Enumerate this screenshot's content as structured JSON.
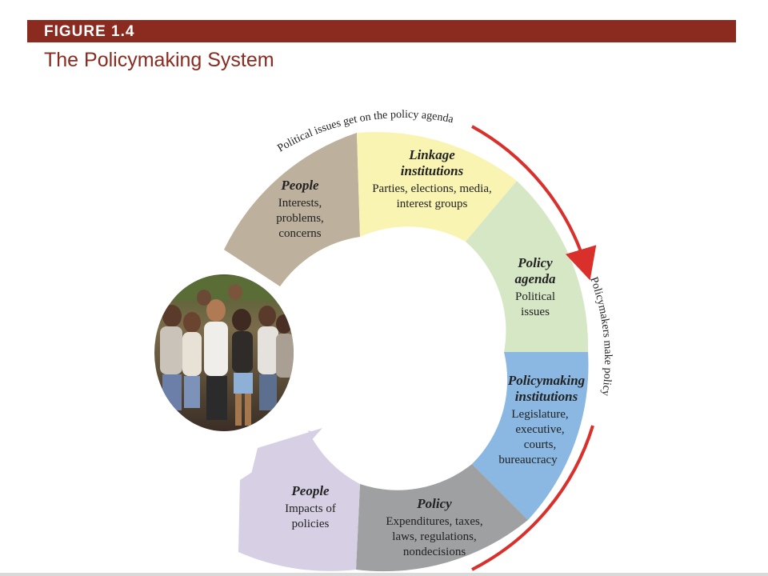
{
  "figure": {
    "label": "FIGURE 1.4",
    "title": "The Policymaking System"
  },
  "arc_labels": {
    "top": "Political issues get on the policy agenda",
    "right": "Policymakers make policy"
  },
  "segments": [
    {
      "id": "people-in",
      "title": "People",
      "lines": [
        "Interests,",
        "problems,",
        "concerns"
      ],
      "color": "#bdb09c"
    },
    {
      "id": "linkage",
      "title_lines": [
        "Linkage",
        "institutions"
      ],
      "lines": [
        "Parties, elections, media,",
        "interest groups"
      ],
      "color": "#faf4b3"
    },
    {
      "id": "agenda",
      "title_lines": [
        "Policy",
        "agenda"
      ],
      "lines": [
        "Political",
        "issues"
      ],
      "color": "#d6e7c5"
    },
    {
      "id": "policymaking",
      "title_lines": [
        "Policymaking",
        "institutions"
      ],
      "lines": [
        "Legislature,",
        "executive,",
        "courts,",
        "bureaucracy"
      ],
      "color": "#8ab8e3"
    },
    {
      "id": "policy",
      "title": "Policy",
      "lines": [
        "Expenditures, taxes,",
        "laws, regulations,",
        "nondecisions"
      ],
      "color": "#9fa0a2"
    },
    {
      "id": "people-out",
      "title": "People",
      "lines": [
        "Impacts of",
        "policies"
      ],
      "color": "#d7cfe3"
    }
  ],
  "colors": {
    "header_bar": "#8b2a1f",
    "arrow": "#d9302b"
  },
  "photo": {
    "alt": "crowd-photo"
  }
}
